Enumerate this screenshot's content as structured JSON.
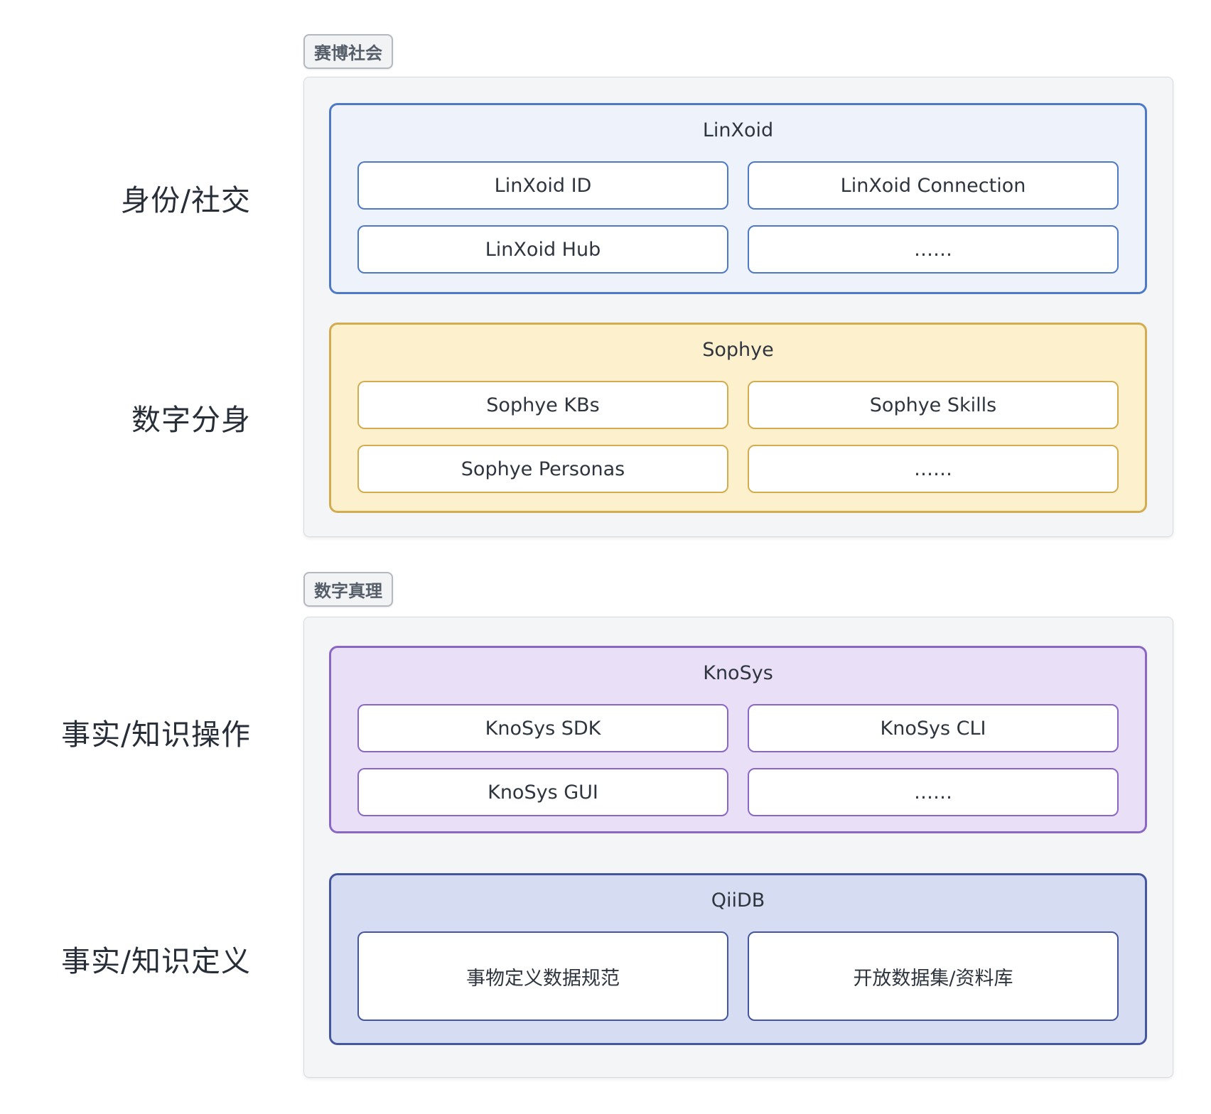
{
  "themes": {
    "blue": {
      "border": "#4e79c7",
      "fill": "#edf2fb"
    },
    "yellow": {
      "border": "#d3ac50",
      "fill": "#fdf0cd"
    },
    "purple": {
      "border": "#8a67c6",
      "fill": "#e9dff7"
    },
    "indigo": {
      "border": "#44569d",
      "fill": "#d6dcf1"
    },
    "container_fill": "#f4f5f7",
    "container_border": "#d7dade",
    "badge_fill": "#f2f3f5",
    "badge_border": "#b4b8bf",
    "badge_text": "#555e69",
    "text": "#2e353e"
  },
  "sections": [
    {
      "tag": "赛博社会",
      "groups": [
        {
          "title": "LinXoid",
          "side_label": "身份/社交",
          "items": [
            "LinXoid ID",
            "LinXoid Connection",
            "LinXoid Hub",
            "……"
          ]
        },
        {
          "title": "Sophye",
          "side_label": "数字分身",
          "items": [
            "Sophye KBs",
            "Sophye Skills",
            "Sophye Personas",
            "……"
          ]
        }
      ]
    },
    {
      "tag": "数字真理",
      "groups": [
        {
          "title": "KnoSys",
          "side_label": "事实/知识操作",
          "items": [
            "KnoSys SDK",
            "KnoSys CLI",
            "KnoSys GUI",
            "……"
          ]
        },
        {
          "title": "QiiDB",
          "side_label": "事实/知识定义",
          "items": [
            "事物定义数据规范",
            "开放数据集/资料库"
          ]
        }
      ]
    }
  ]
}
